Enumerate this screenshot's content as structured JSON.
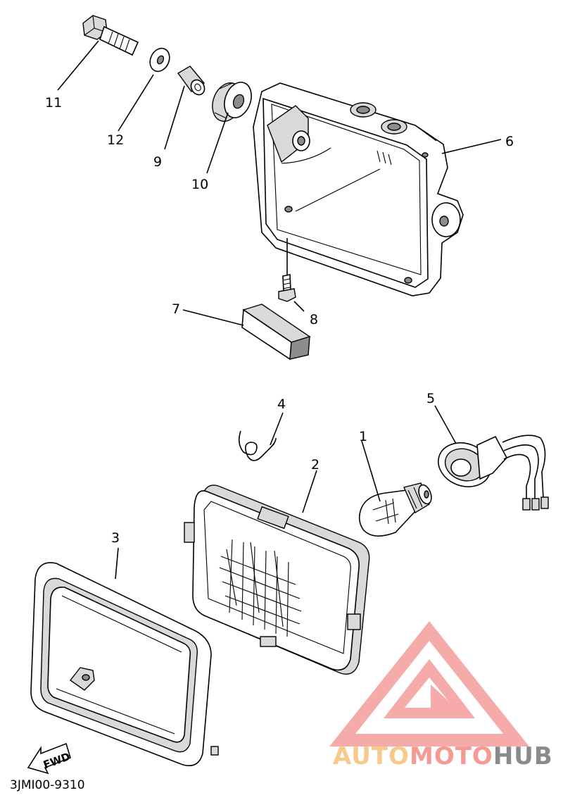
{
  "diagram": {
    "parts": [
      {
        "number": "11",
        "part": "bolt"
      },
      {
        "number": "12",
        "part": "washer"
      },
      {
        "number": "9",
        "part": "collar"
      },
      {
        "number": "10",
        "part": "grommet"
      },
      {
        "number": "6",
        "part": "headlight-body"
      },
      {
        "number": "8",
        "part": "screw"
      },
      {
        "number": "7",
        "part": "block"
      },
      {
        "number": "4",
        "part": "spring-clip"
      },
      {
        "number": "5",
        "part": "bulb-socket-cord"
      },
      {
        "number": "2",
        "part": "headlight-unit"
      },
      {
        "number": "1",
        "part": "bulb"
      },
      {
        "number": "3",
        "part": "rim"
      }
    ],
    "fwd_label": "FWD",
    "diagram_code": "3JMI00-9310"
  },
  "watermark": {
    "brand_auto": "AUTO",
    "brand_moto": "MOTO",
    "brand_hub": "HUB",
    "colors": {
      "auto": "#f7c98a",
      "moto": "#f59a93",
      "hub": "#8a8a8a",
      "logo": "#f4a3a0"
    }
  }
}
